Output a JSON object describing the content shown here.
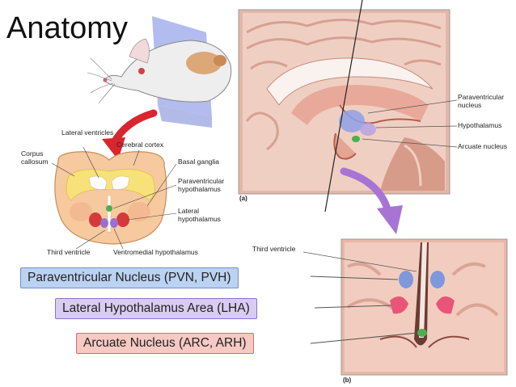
{
  "title": "Anatomy",
  "callouts": {
    "pvn": "Paraventricular Nucleus (PVN, PVH)",
    "lha": "Lateral Hypothalamus Area (LHA)",
    "arc": "Arcuate Nucleus (ARC, ARH)"
  },
  "coronal_labels": {
    "lateral_ventricles": "Lateral ventricles",
    "cerebral_cortex": "Cerebral cortex",
    "corpus_callosum": "Corpus callosum",
    "basal_ganglia": "Basal ganglia",
    "pvh": "Paraventricular hypothalamus",
    "lh": "Lateral hypothalamus",
    "third_ventricle": "Third ventricle",
    "vmh": "Ventromedial hypothalamus"
  },
  "sagittal_labels": {
    "pvn": "Paraventricular nucleus",
    "hypothalamus": "Hypothalamus",
    "arcuate": "Arcuate nucleus",
    "panel_a": "(a)"
  },
  "section_labels": {
    "third_ventricle": "Third ventricle",
    "panel_b": "(b)"
  },
  "colors": {
    "pvn": "#8fa8e0",
    "lha": "#e85b7a",
    "arc": "#4caf50",
    "arrow_red": "#d8262e",
    "arrow_purple": "#a774d6"
  }
}
